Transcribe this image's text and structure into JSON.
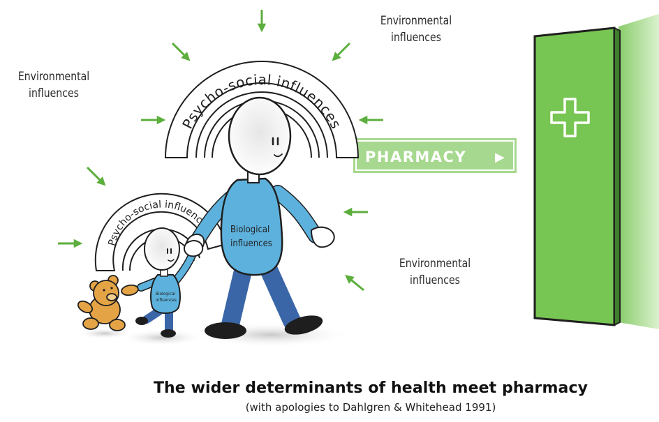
{
  "environmental_labels": {
    "top_right": [
      "Environmental",
      "influences"
    ],
    "left": [
      "Environmental",
      "influences"
    ],
    "bottom_right": [
      "Environmental",
      "influences"
    ]
  },
  "adult": {
    "arc_label": "Psycho-social influences",
    "body_label": [
      "Biological",
      "influences"
    ]
  },
  "child": {
    "arc_label": "Psycho-social influences",
    "body_label": [
      "Biological",
      "influences"
    ]
  },
  "pharmacy_sign": {
    "label": "PHARMACY",
    "arrow": "▶"
  },
  "door_symbol": "cross-icon",
  "footer": {
    "title": "The wider determinants of health meet pharmacy",
    "subtitle": "(with apologies to Dahlgren & Whitehead 1991)"
  },
  "colors": {
    "green": "#6fbe4a",
    "light_green": "#a5d88b",
    "arrow_green": "#5cae3d",
    "shirt_blue": "#5db2dd",
    "trousers_blue": "#3a66a8",
    "teddy_orange": "#e4a446"
  }
}
